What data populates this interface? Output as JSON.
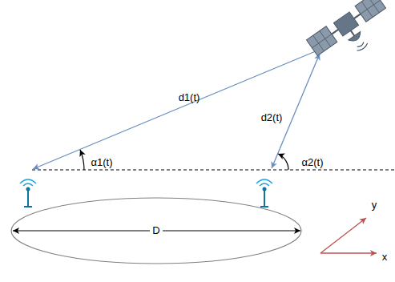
{
  "diagram": {
    "nodes": [
      {
        "text": [
          "D"
        ]
      }
    ],
    "labels": [
      "d1(t)",
      "d2(t)",
      "α1(t)",
      "α2(t)",
      "y",
      "x"
    ]
  }
}
